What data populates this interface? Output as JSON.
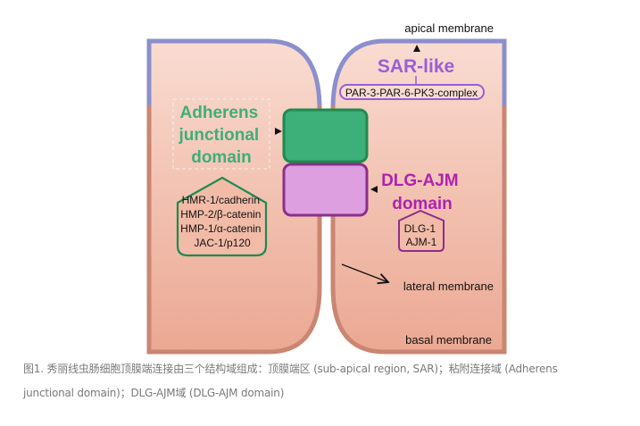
{
  "figure": {
    "labels": {
      "apical_membrane": "apical membrane",
      "lateral_membrane": "lateral membrane",
      "basal_membrane": "basal membrane",
      "sar_title": "SAR-like",
      "sar_complex": "PAR-3-PAR-6-PK3-complex",
      "adherens_title": [
        "Adherens",
        "junctional",
        "domain"
      ],
      "adherens_proteins": [
        "HMR-1/cadherin",
        "HMP-2/β-catenin",
        "HMP-1/α-catenin",
        "JAC-1/p120"
      ],
      "dlg_title": [
        "DLG-AJM",
        "domain"
      ],
      "dlg_proteins": [
        "DLG-1",
        "AJM-1"
      ]
    },
    "colors": {
      "apical_membrane": "#8b8fcc",
      "basolateral_membrane": "#c98672",
      "cytoplasm_top": "#f8d9cf",
      "cytoplasm_bottom": "#eba994",
      "adherens_green": "#3daf78",
      "adherens_border": "#1f8a50",
      "dlg_fill": "#dd9fdf",
      "dlg_border": "#8a2f8c",
      "dlg_text": "#b021b0",
      "sar_text": "#9a5ed6"
    }
  },
  "caption": {
    "line1": "图1. 秀丽线虫肠细胞顶膜端连接由三个结构域组成：顶膜端区 (sub-apical region, SAR)；粘附连接域 (Adherens",
    "line2": "junctional domain)；DLG-AJM域 (DLG-AJM domain)"
  }
}
